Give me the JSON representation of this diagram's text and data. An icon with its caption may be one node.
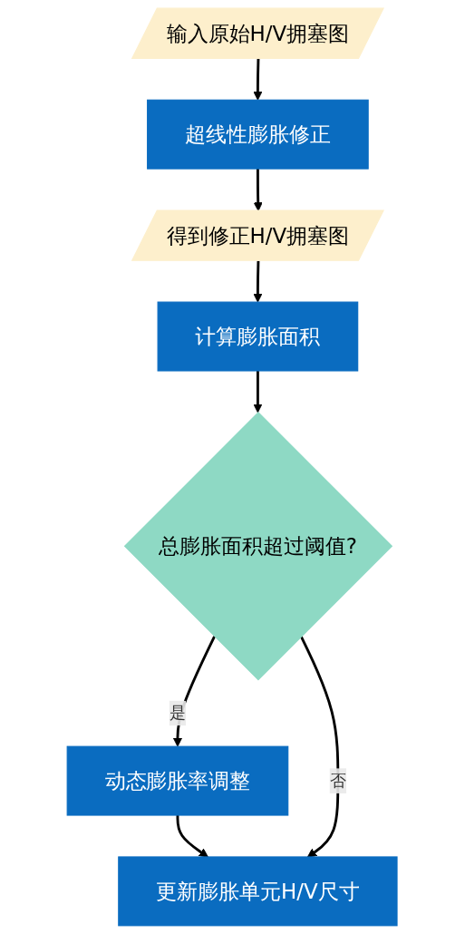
{
  "diagram": {
    "nodes": [
      {
        "text": [
          "输入原始H/V拥塞图"
        ]
      },
      {
        "text": [
          "超线性膨胀修正"
        ]
      },
      {
        "text": [
          "得到修正H/V拥塞图"
        ]
      },
      {
        "text": [
          "计算膨胀面积"
        ]
      },
      {
        "text": [
          "总膨胀面积超过阈值?"
        ]
      },
      {
        "text": [
          "动态膨胀率调整"
        ]
      },
      {
        "text": [
          "更新膨胀单元H/V尺寸"
        ]
      }
    ],
    "edges": [
      {
        "from": 0,
        "to": 1,
        "arrow": "to"
      },
      {
        "from": 1,
        "to": 2,
        "arrow": "to"
      },
      {
        "from": 2,
        "to": 3,
        "arrow": "to"
      },
      {
        "from": 3,
        "to": 4,
        "arrow": "to"
      },
      {
        "from": 4,
        "to": 5,
        "arrow": "to",
        "label": "是"
      },
      {
        "from": 5,
        "to": 6,
        "arrow": "to"
      },
      {
        "from": 4,
        "to": 6,
        "arrow": "to",
        "label": "否"
      }
    ]
  }
}
